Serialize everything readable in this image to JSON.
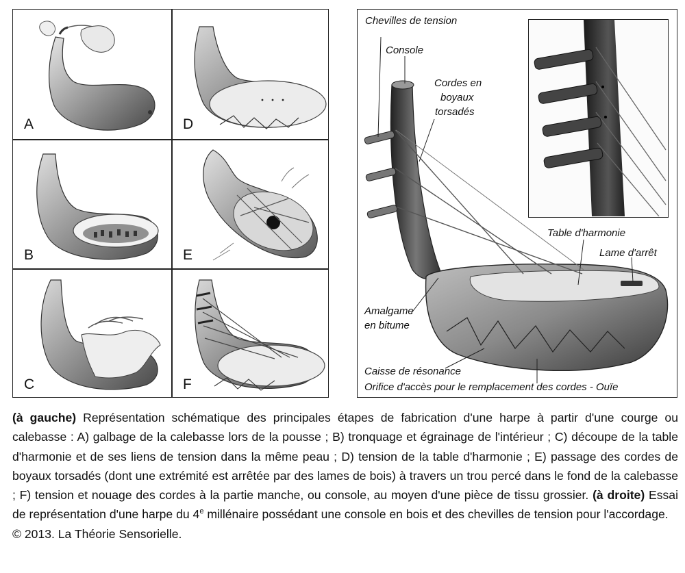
{
  "panels": {
    "a": "A",
    "b": "B",
    "c": "C",
    "d": "D",
    "e": "E",
    "f": "F"
  },
  "labels": {
    "chevilles": "Chevilles de tension",
    "console": "Console",
    "cordes_1": "Cordes en",
    "cordes_2": "boyaux",
    "cordes_3": "torsadés",
    "table": "Table d'harmonie",
    "lame": "Lame d'arrêt",
    "amalgame_1": "Amalgame",
    "amalgame_2": "en bitume",
    "caisse": "Caisse de résonance",
    "orifice": "Orifice d'accès pour le remplacement des cordes - Ouïe"
  },
  "caption": {
    "left_head": "(à gauche)",
    "part1": " Représentation schématique des principales étapes de fabrication d'une harpe à partir d'une courge ou calebasse : A) galbage de la calebasse lors de la pousse ; B) tronquage et égrainage de l'intérieur ; C) découpe de la table d'harmonie et de ses liens de tension dans la même peau ; D) tension de la table d'harmonie ; E) passage des cordes de boyaux torsadés (dont une extrémité est arrêtée par des lames de bois) à travers un trou percé dans le fond de la calebasse ; F) tension et nouage des cordes à la partie manche, ou console, au moyen d'une pièce de tissu grossier. ",
    "right_head": "(à droite)",
    "part2": " Essai de représentation d'une harpe du 4",
    "sup": "e",
    "part3": " millénaire possédant une console en bois et des chevilles de tension pour l'accordage.",
    "copyright": "© 2013. La Théorie Sensorielle."
  }
}
